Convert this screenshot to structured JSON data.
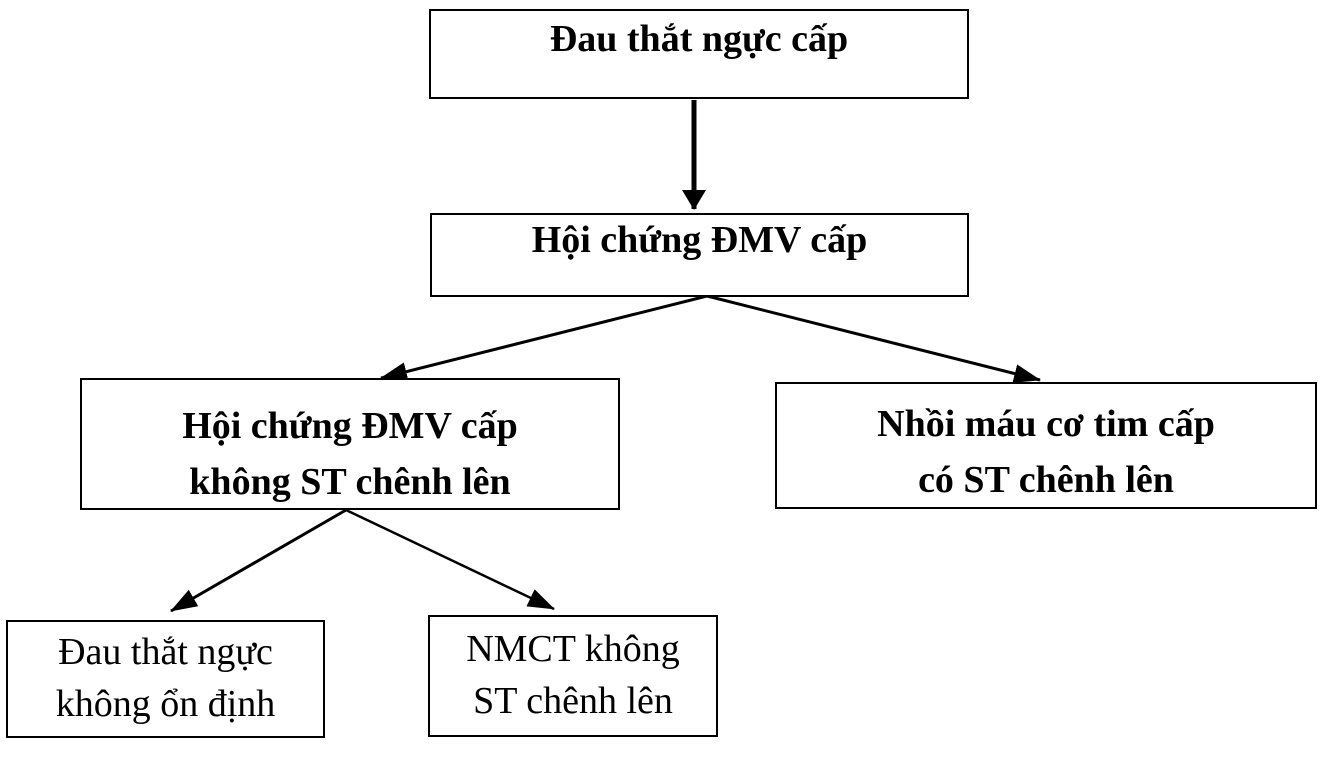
{
  "colors": {
    "border": "#000000",
    "text": "#000000",
    "background": "#ffffff",
    "arrow": "#000000"
  },
  "diagram": {
    "type": "flowchart",
    "language": "vi",
    "nodes": {
      "chest_pain": {
        "lines": [
          "Đau thắt ngực cấp"
        ]
      },
      "acs": {
        "lines": [
          "Hội chứng ĐMV cấp"
        ]
      },
      "nste_acs": {
        "lines": [
          "Hội chứng ĐMV cấp",
          "không ST chênh lên"
        ]
      },
      "stemi": {
        "lines": [
          "Nhồi máu cơ tim cấp",
          "có ST chênh lên"
        ]
      },
      "ua": {
        "lines": [
          "Đau thắt ngực",
          "không ổn định"
        ]
      },
      "nstemi": {
        "lines": [
          "NMCT không",
          "ST chênh lên"
        ]
      }
    },
    "edges": [
      {
        "from": "chest_pain",
        "to": "acs"
      },
      {
        "from": "acs",
        "to": "nste_acs"
      },
      {
        "from": "acs",
        "to": "stemi"
      },
      {
        "from": "nste_acs",
        "to": "ua"
      },
      {
        "from": "nste_acs",
        "to": "nstemi"
      }
    ]
  }
}
